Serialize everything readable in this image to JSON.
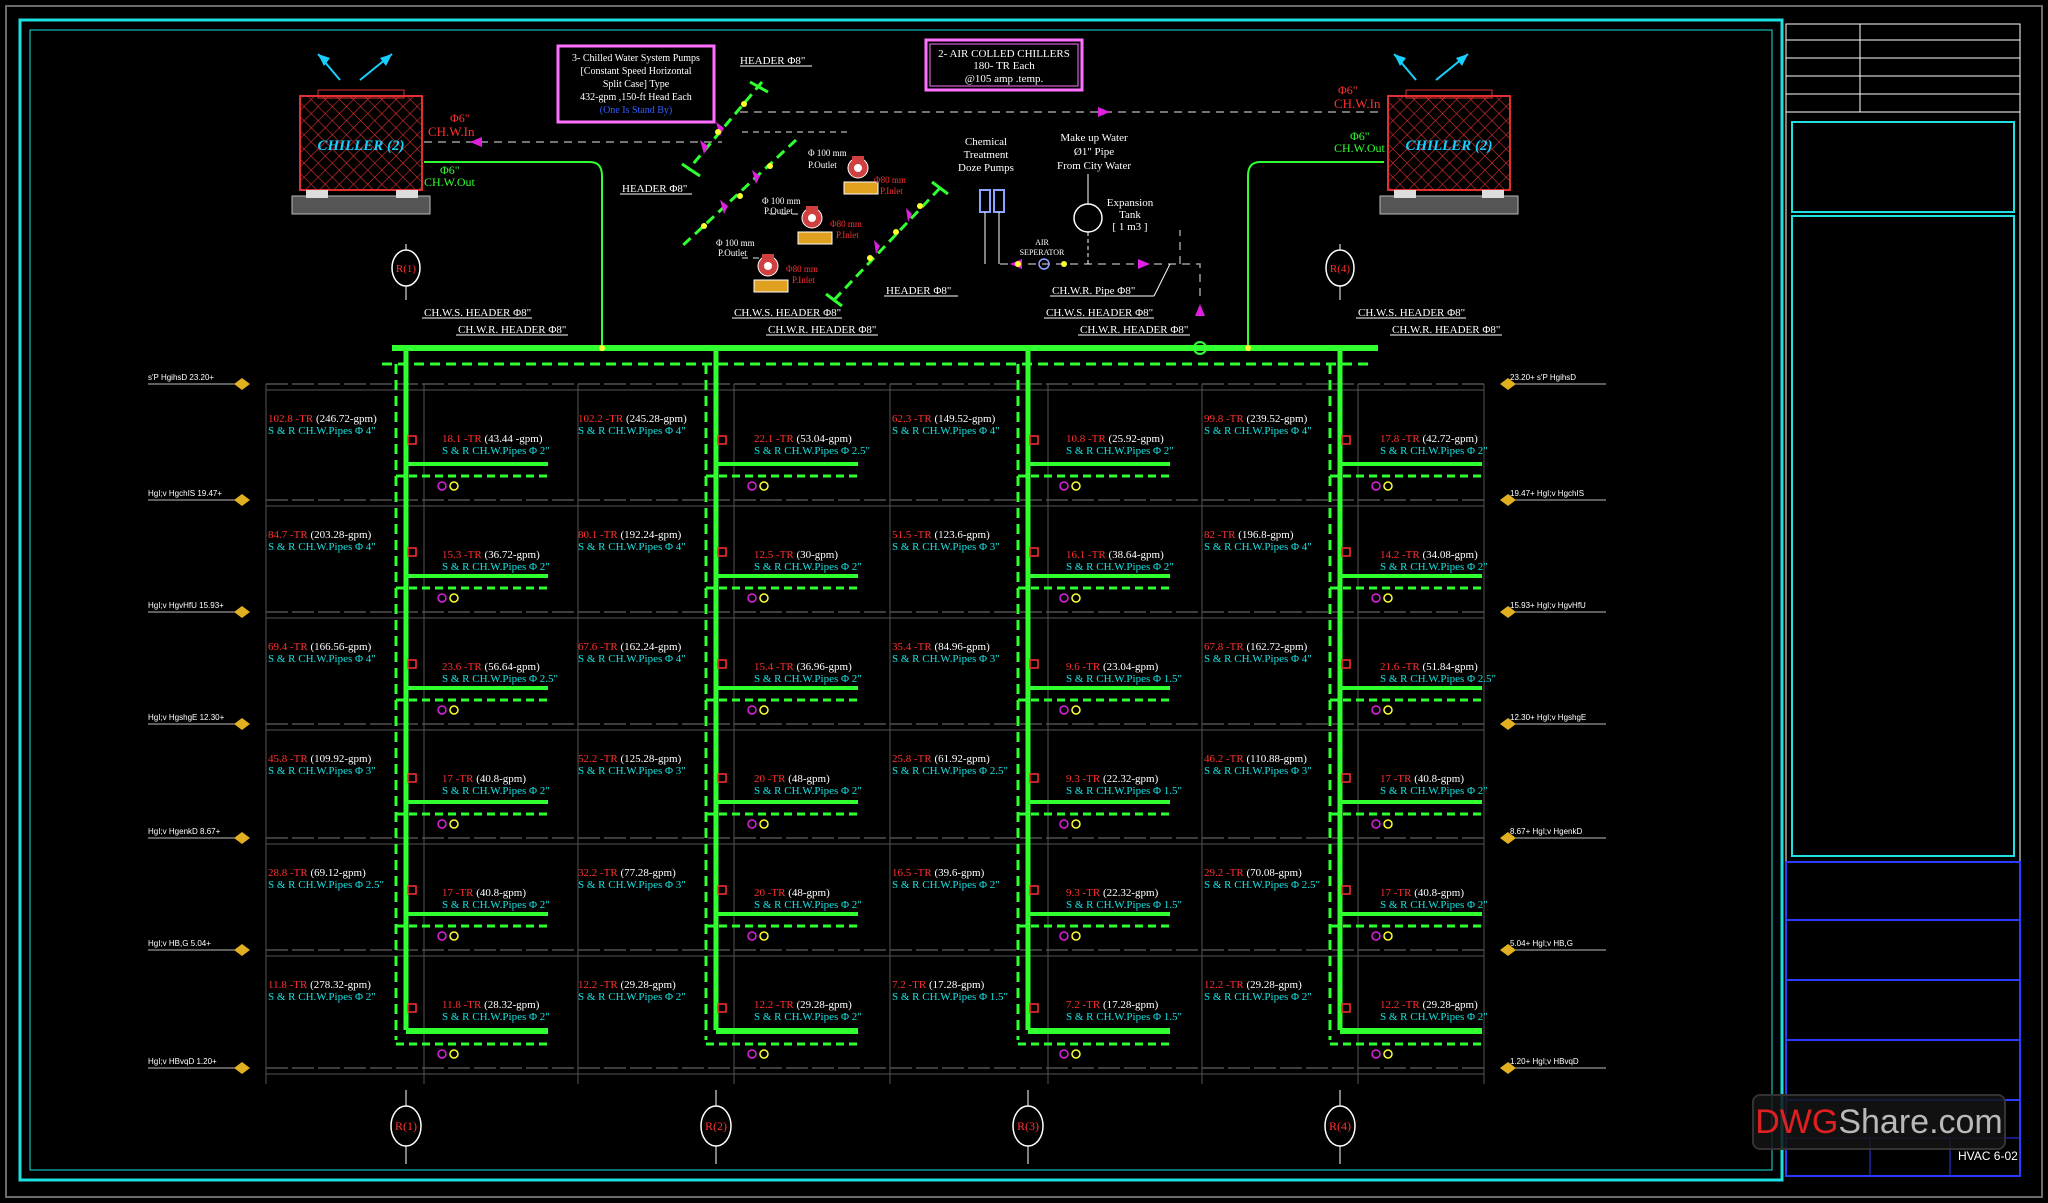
{
  "chillers": {
    "left": {
      "label": "CHILLER (2)",
      "in_size": "Φ6\"",
      "in_label": "CH.W.In",
      "out_size": "Φ6\"",
      "out_label": "CH.W.Out"
    },
    "right": {
      "label": "CHILLER (2)",
      "in_size": "Φ6\"",
      "in_label": "CH.W.In",
      "out_size": "Φ6\"",
      "out_label": "CH.W.Out"
    }
  },
  "pump_note": [
    "3- Chilled Water System Pumps",
    "[Constant Speed Horizontal",
    "Split Case] Type",
    "432-gpm ,150-ft Head Each",
    "(One Is Stand By)"
  ],
  "chiller_note": [
    "2- AIR COLLED CHILLERS",
    "180- TR  Each",
    "@105  amp  .temp."
  ],
  "headers": {
    "h8_top": "HEADER Φ8\"",
    "h8_left": "HEADER Φ8\"",
    "h8_bottom": "HEADER Φ8\""
  },
  "pumps": [
    {
      "outlet": "Φ 100 mm",
      "outlet_label": "P.Outlet",
      "inlet": "Φ80 mm",
      "inlet_label": "P.Inlet"
    },
    {
      "outlet": "Φ 100 mm",
      "outlet_label": "P.Outlet",
      "inlet": "Φ80 mm",
      "inlet_label": "P.Inlet"
    },
    {
      "outlet": "Φ 100 mm",
      "outlet_label": "P.Outlet",
      "inlet": "Φ80 mm",
      "inlet_label": "P.Inlet"
    }
  ],
  "chemical": [
    "Chemical",
    "Treatment",
    "Doze Pumps"
  ],
  "makeup": [
    "Make up Water",
    "Ø1\" Pipe",
    "From City Water"
  ],
  "expansion": [
    "Expansion",
    "Tank",
    "[ 1 m3 ]"
  ],
  "air_sep": [
    "AIR",
    "SEPERATOR"
  ],
  "chwr_pipe": "CH.W.R. Pipe Φ8\"",
  "risers": [
    "R(1)",
    "R(2)",
    "R(3)",
    "R(4)"
  ],
  "riser_headers": {
    "supply": "CH.W.S. HEADER Φ8\"",
    "return": "CH.W.R. HEADER Φ8\""
  },
  "levels_left": [
    "s'P  HgihsD    23.20+",
    "HgI;v  HgchIS  19.47+",
    "HgI;v  HgvHfU  15.93+",
    "HgI;v  HgshgE  12.30+",
    "HgI;v  HgenkD  8.67+",
    "HgI;v  HB,G   5.04+",
    "HgI;v  HBvqD   1.20+"
  ],
  "levels_right": [
    "23.20+   s'P  HgihsD",
    "19.47+  HgI;v  HgchIS",
    "15.93+  HgI;v  HgvHfU",
    "12.30+  HgI;v  HgshgE",
    "8.67+  HgI;v  HgenkD",
    "5.04+  HgI;v  HB,G",
    "1.20+  HgI;v  HBvqD"
  ],
  "floors": [
    [
      {
        "tr": "102.8 -TR",
        "gpm": "(246.72-gpm)",
        "pipe": "S & R CH.W.Pipes Φ 4\""
      },
      {
        "tr": "18.1 -TR",
        "gpm": "(43.44 -gpm)",
        "pipe": "S & R CH.W.Pipes Φ 2\""
      },
      {
        "tr": "102.2 -TR",
        "gpm": "(245.28-gpm)",
        "pipe": "S & R CH.W.Pipes Φ 4\""
      },
      {
        "tr": "22.1 -TR",
        "gpm": "(53.04-gpm)",
        "pipe": "S & R CH.W.Pipes Φ 2.5\""
      },
      {
        "tr": "62.3 -TR",
        "gpm": "(149.52-gpm)",
        "pipe": "S & R CH.W.Pipes Φ 4\""
      },
      {
        "tr": "10.8 -TR",
        "gpm": "(25.92-gpm)",
        "pipe": "S & R CH.W.Pipes Φ 2\""
      },
      {
        "tr": "99.8 -TR",
        "gpm": "(239.52-gpm)",
        "pipe": "S & R CH.W.Pipes Φ 4\""
      },
      {
        "tr": "17.8 -TR",
        "gpm": "(42.72-gpm)",
        "pipe": "S & R CH.W.Pipes Φ 2\""
      }
    ],
    [
      {
        "tr": "84.7 -TR",
        "gpm": "(203.28-gpm)",
        "pipe": "S & R CH.W.Pipes Φ 4\""
      },
      {
        "tr": "15.3 -TR",
        "gpm": "(36.72-gpm)",
        "pipe": "S & R CH.W.Pipes Φ 2\""
      },
      {
        "tr": "80.1 -TR",
        "gpm": "(192.24-gpm)",
        "pipe": "S & R CH.W.Pipes Φ 4\""
      },
      {
        "tr": "12.5 -TR",
        "gpm": "(30-gpm)",
        "pipe": "S & R CH.W.Pipes Φ 2\""
      },
      {
        "tr": "51.5 -TR",
        "gpm": "(123.6-gpm)",
        "pipe": "S & R CH.W.Pipes Φ 3\""
      },
      {
        "tr": "16.1 -TR",
        "gpm": "(38.64-gpm)",
        "pipe": "S & R CH.W.Pipes Φ 2\""
      },
      {
        "tr": "82 -TR",
        "gpm": "(196.8-gpm)",
        "pipe": "S & R CH.W.Pipes Φ 4\""
      },
      {
        "tr": "14.2 -TR",
        "gpm": "(34.08-gpm)",
        "pipe": "S & R CH.W.Pipes Φ 2\""
      }
    ],
    [
      {
        "tr": "69.4 -TR",
        "gpm": "(166.56-gpm)",
        "pipe": "S & R CH.W.Pipes Φ 4\""
      },
      {
        "tr": "23.6 -TR",
        "gpm": "(56.64-gpm)",
        "pipe": "S & R CH.W.Pipes Φ 2.5\""
      },
      {
        "tr": "67.6 -TR",
        "gpm": "(162.24-gpm)",
        "pipe": "S & R CH.W.Pipes Φ 4\""
      },
      {
        "tr": "15.4 -TR",
        "gpm": "(36.96-gpm)",
        "pipe": "S & R CH.W.Pipes Φ 2\""
      },
      {
        "tr": "35.4 -TR",
        "gpm": "(84.96-gpm)",
        "pipe": "S & R CH.W.Pipes Φ 3\""
      },
      {
        "tr": "9.6 -TR",
        "gpm": "(23.04-gpm)",
        "pipe": "S & R CH.W.Pipes Φ 1.5\""
      },
      {
        "tr": "67.8 -TR",
        "gpm": "(162.72-gpm)",
        "pipe": "S & R CH.W.Pipes Φ 4\""
      },
      {
        "tr": "21.6 -TR",
        "gpm": "(51.84-gpm)",
        "pipe": "S & R CH.W.Pipes Φ 2.5\""
      }
    ],
    [
      {
        "tr": "45.8 -TR",
        "gpm": "(109.92-gpm)",
        "pipe": "S & R CH.W.Pipes Φ 3\""
      },
      {
        "tr": "17 -TR",
        "gpm": "(40.8-gpm)",
        "pipe": "S & R CH.W.Pipes Φ 2\""
      },
      {
        "tr": "52.2 -TR",
        "gpm": "(125.28-gpm)",
        "pipe": "S & R CH.W.Pipes Φ 3\""
      },
      {
        "tr": "20 -TR",
        "gpm": "(48-gpm)",
        "pipe": "S & R CH.W.Pipes Φ 2\""
      },
      {
        "tr": "25.8 -TR",
        "gpm": "(61.92-gpm)",
        "pipe": "S & R CH.W.Pipes Φ 2.5\""
      },
      {
        "tr": "9.3 -TR",
        "gpm": "(22.32-gpm)",
        "pipe": "S & R CH.W.Pipes Φ 1.5\""
      },
      {
        "tr": "46.2 -TR",
        "gpm": "(110.88-gpm)",
        "pipe": "S & R CH.W.Pipes Φ 3\""
      },
      {
        "tr": "17 -TR",
        "gpm": "(40.8-gpm)",
        "pipe": "S & R CH.W.Pipes Φ 2\""
      }
    ],
    [
      {
        "tr": "28.8 -TR",
        "gpm": "(69.12-gpm)",
        "pipe": "S & R CH.W.Pipes Φ 2.5\""
      },
      {
        "tr": "17 -TR",
        "gpm": "(40.8-gpm)",
        "pipe": "S & R CH.W.Pipes Φ 2\""
      },
      {
        "tr": "32.2 -TR",
        "gpm": "(77.28-gpm)",
        "pipe": "S & R CH.W.Pipes Φ 3\""
      },
      {
        "tr": "20 -TR",
        "gpm": "(48-gpm)",
        "pipe": "S & R CH.W.Pipes Φ 2\""
      },
      {
        "tr": "16.5 -TR",
        "gpm": "(39.6-gpm)",
        "pipe": "S & R CH.W.Pipes Φ 2\""
      },
      {
        "tr": "9.3 -TR",
        "gpm": "(22.32-gpm)",
        "pipe": "S & R CH.W.Pipes Φ 1.5\""
      },
      {
        "tr": "29.2 -TR",
        "gpm": "(70.08-gpm)",
        "pipe": "S & R CH.W.Pipes Φ 2.5\""
      },
      {
        "tr": "17 -TR",
        "gpm": "(40.8-gpm)",
        "pipe": "S & R CH.W.Pipes Φ 2\""
      }
    ],
    [
      {
        "tr": "11.8 -TR",
        "gpm": "(278.32-gpm)",
        "pipe": "S & R CH.W.Pipes Φ 2\""
      },
      {
        "tr": "11.8 -TR",
        "gpm": "(28.32-gpm)",
        "pipe": "S & R CH.W.Pipes Φ 2\""
      },
      {
        "tr": "12.2 -TR",
        "gpm": "(29.28-gpm)",
        "pipe": "S & R CH.W.Pipes Φ 2\""
      },
      {
        "tr": "12.2 -TR",
        "gpm": "(29.28-gpm)",
        "pipe": "S & R CH.W.Pipes Φ 2\""
      },
      {
        "tr": "7.2 -TR",
        "gpm": "(17.28-gpm)",
        "pipe": "S & R CH.W.Pipes Φ 1.5\""
      },
      {
        "tr": "7.2 -TR",
        "gpm": "(17.28-gpm)",
        "pipe": "S & R CH.W.Pipes Φ 1.5\""
      },
      {
        "tr": "12.2 -TR",
        "gpm": "(29.28-gpm)",
        "pipe": "S & R CH.W.Pipes Φ 2\""
      },
      {
        "tr": "12.2 -TR",
        "gpm": "(29.28-gpm)",
        "pipe": "S & R CH.W.Pipes Φ 2\""
      }
    ]
  ],
  "watermark": {
    "part1": "DWG",
    "part2": "Share.com"
  },
  "sheet_no": "HVAC 6-02"
}
